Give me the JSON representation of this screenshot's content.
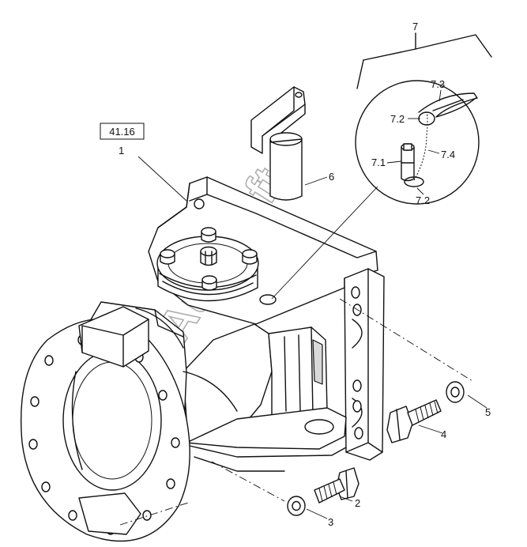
{
  "diagram": {
    "reference_box": "41.16",
    "watermark": "AutoSoft",
    "callouts": [
      {
        "id": "c1",
        "text": "1"
      },
      {
        "id": "c2",
        "text": "2"
      },
      {
        "id": "c3",
        "text": "3"
      },
      {
        "id": "c4",
        "text": "4"
      },
      {
        "id": "c5",
        "text": "5"
      },
      {
        "id": "c6",
        "text": "6"
      },
      {
        "id": "c7",
        "text": "7"
      },
      {
        "id": "c7_1",
        "text": "7.1"
      },
      {
        "id": "c7_2a",
        "text": "7.2"
      },
      {
        "id": "c7_2b",
        "text": "7.2"
      },
      {
        "id": "c7_3",
        "text": "7.3"
      },
      {
        "id": "c7_4",
        "text": "7.4"
      }
    ]
  }
}
